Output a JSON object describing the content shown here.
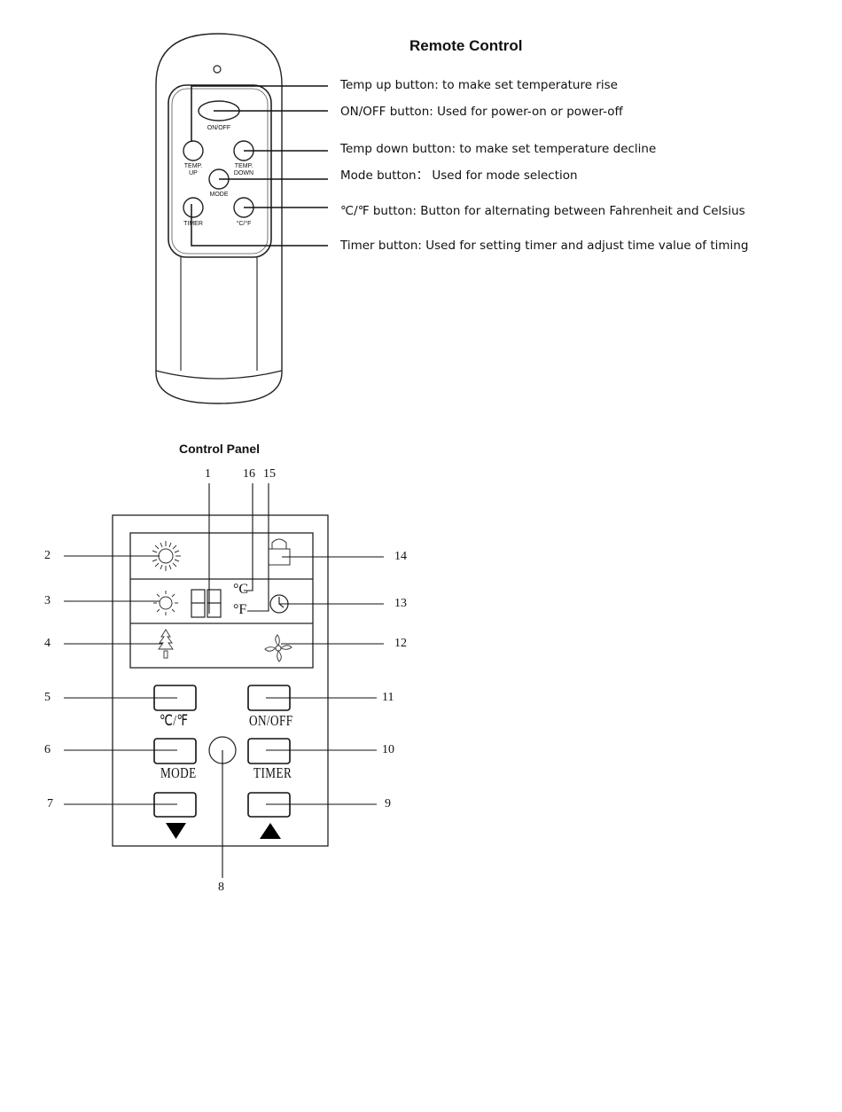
{
  "remote": {
    "title": "Remote Control",
    "buttons": {
      "onoff": "ON/OFF",
      "temp_up_line1": "TEMP.",
      "temp_up_line2": "UP",
      "temp_down_line1": "TEMP.",
      "temp_down_line2": "DOWN",
      "mode": "MODE",
      "timer": "TIMER",
      "unit": "°C/°F"
    },
    "callouts": [
      "Temp up button: to make set temperature rise",
      "ON/OFF button: Used for power-on or power-off",
      "Temp down button: to make set temperature decline",
      "Mode button：  Used for mode selection",
      "℃/℉ button: Button for alternating between Fahrenheit and Celsius",
      "Timer button: Used for setting timer and adjust time value of timing"
    ]
  },
  "panel": {
    "title": "Control Panel",
    "display_celsius": "°C",
    "display_fahrenheit": "°F",
    "buttons": {
      "unit": "℃/℉",
      "onoff": "ON/OFF",
      "mode": "MODE",
      "timer": "TIMER"
    },
    "numbers": {
      "n1": "1",
      "n2": "2",
      "n3": "3",
      "n4": "4",
      "n5": "5",
      "n6": "6",
      "n7": "7",
      "n8": "8",
      "n9": "9",
      "n10": "10",
      "n11": "11",
      "n12": "12",
      "n13": "13",
      "n14": "14",
      "n15": "15",
      "n16": "16"
    }
  },
  "icons": [
    "sun-icon",
    "small-sun-icon",
    "tree-icon",
    "fan-icon",
    "lock-icon",
    "clock-icon",
    "down-arrow-icon",
    "up-arrow-icon",
    "sensor-icon"
  ]
}
